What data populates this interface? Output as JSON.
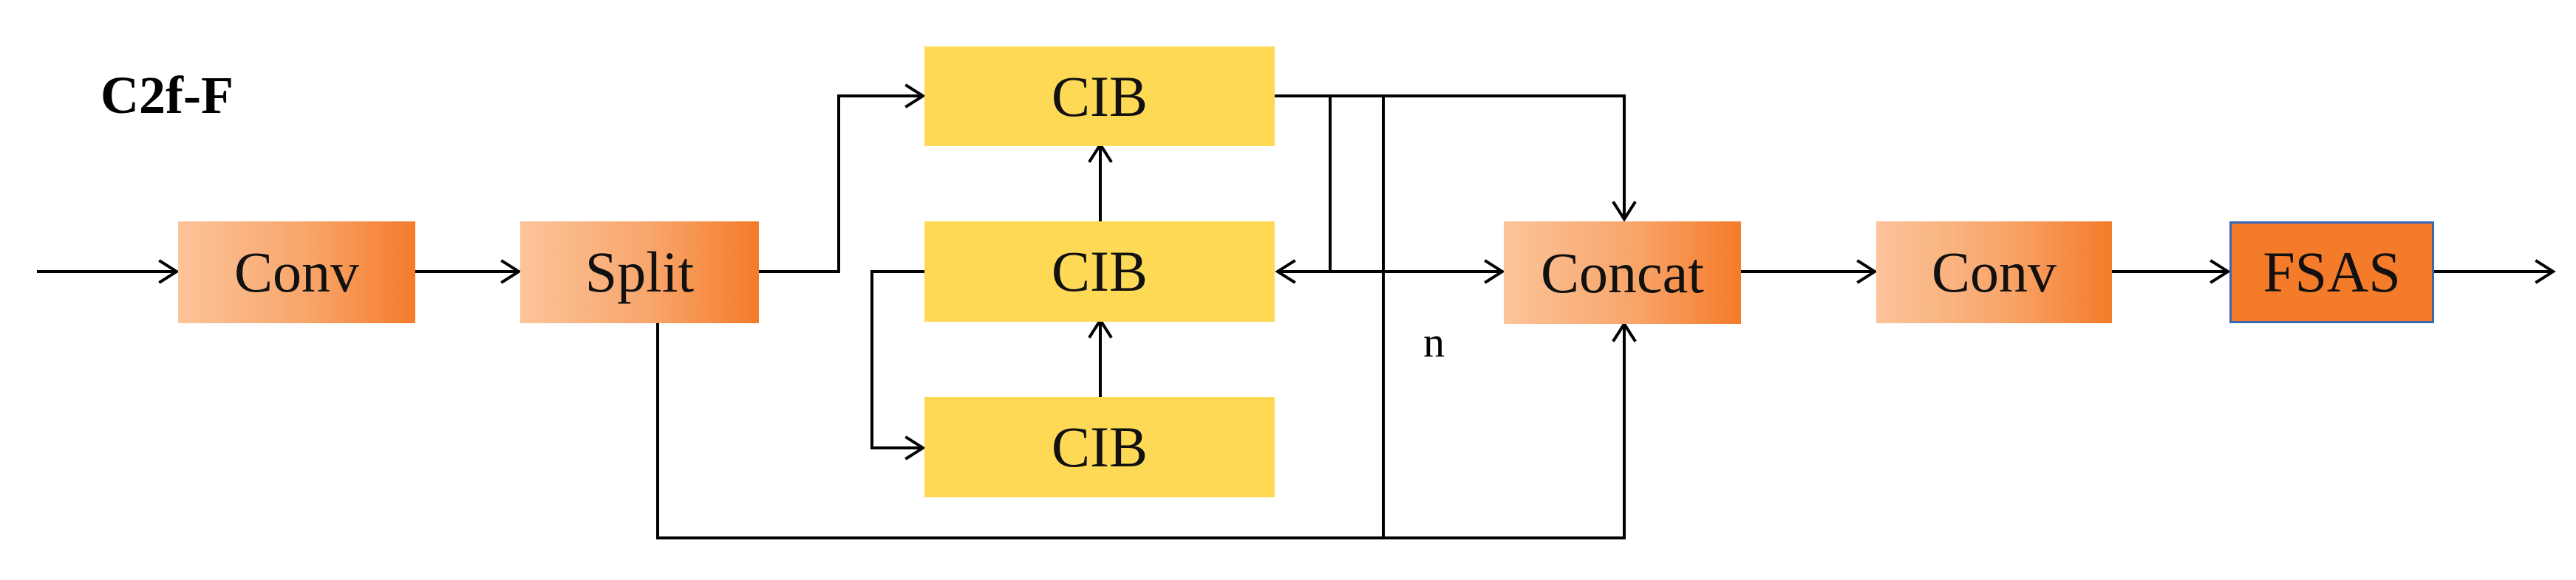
{
  "title": "C2f-F",
  "loop_label": "n",
  "nodes": {
    "conv_in": "Conv",
    "split": "Split",
    "cib_top": "CIB",
    "cib_mid": "CIB",
    "cib_bottom": "CIB",
    "concat": "Concat",
    "conv_out": "Conv",
    "fsas": "FSAS"
  },
  "colors": {
    "orange_light": "#fcc49a",
    "orange_dark": "#f47b2a",
    "yellow": "#fdd955",
    "fsas_border": "#3a66b5",
    "line": "#000000"
  }
}
